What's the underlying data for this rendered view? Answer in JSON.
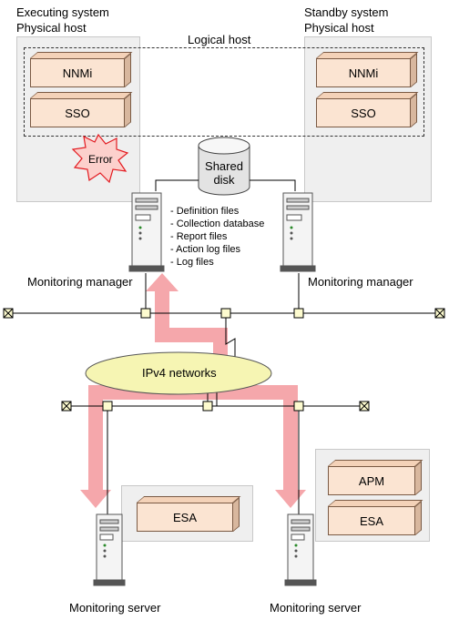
{
  "executing": {
    "title_line1": "Executing system",
    "title_line2": "Physical host",
    "components": [
      "NNMi",
      "SSO"
    ],
    "error_label": "Error"
  },
  "standby": {
    "title_line1": "Standby system",
    "title_line2": "Physical host",
    "components": [
      "NNMi",
      "SSO"
    ]
  },
  "logical_host_label": "Logical host",
  "shared_disk": {
    "line1": "Shared",
    "line2": "disk"
  },
  "files": [
    "- Definition files",
    "- Collection database",
    "- Report files",
    "- Action log files",
    "- Log files"
  ],
  "manager_left_label": "Monitoring manager",
  "manager_right_label": "Monitoring manager",
  "network_label": "IPv4 networks",
  "server_left": {
    "label": "Monitoring server",
    "components": [
      "ESA"
    ]
  },
  "server_right": {
    "label": "Monitoring server",
    "components": [
      "APM",
      "ESA"
    ]
  }
}
